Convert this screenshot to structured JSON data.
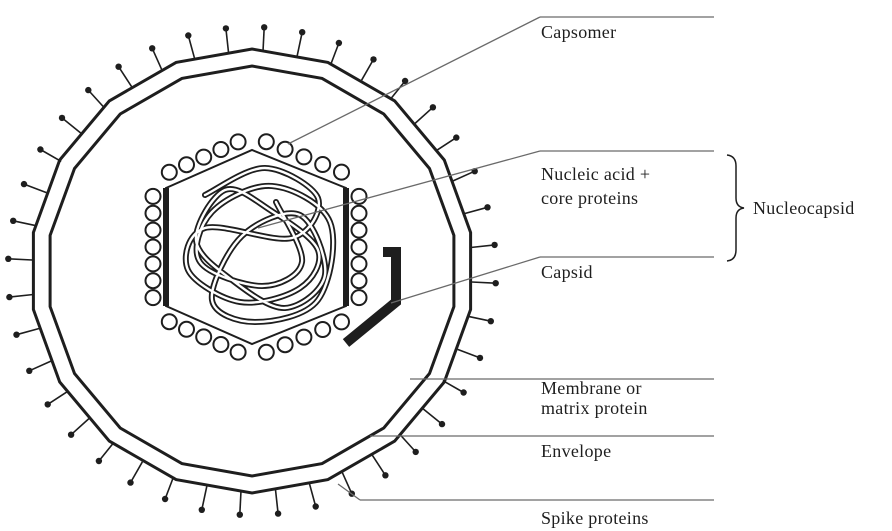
{
  "labels": {
    "capsomer": "Capsomer",
    "nucleic_acid_line1": "Nucleic acid +",
    "nucleic_acid_line2": "core proteins",
    "nucleocapsid": "Nucleocapsid",
    "capsid": "Capsid",
    "membrane_line1": "Membrane or",
    "membrane_line2": "matrix protein",
    "envelope": "Envelope",
    "spike_proteins": "Spike proteins"
  },
  "colors": {
    "stroke": "#1e1e1e",
    "text": "#1e1e1e",
    "leader_line": "#6a6a6a",
    "background": "#ffffff"
  }
}
